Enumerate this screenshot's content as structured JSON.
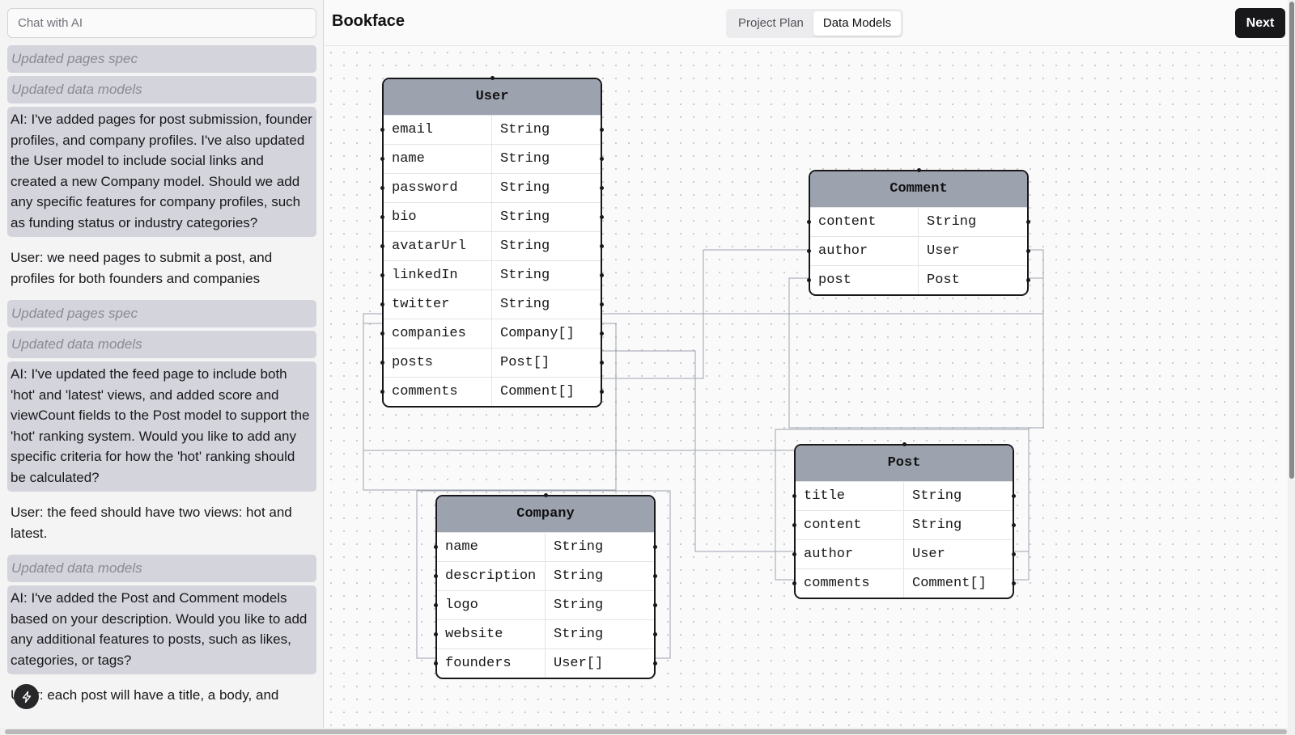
{
  "sidebar": {
    "chat_placeholder": "Chat with AI",
    "messages": [
      {
        "kind": "status",
        "text": "Updated pages spec"
      },
      {
        "kind": "status",
        "text": "Updated data models"
      },
      {
        "kind": "ai",
        "text": "AI: I've added pages for post submission, founder profiles, and company profiles. I've also updated the User model to include social links and created a new Company model. Should we add any specific features for company profiles, such as funding status or industry categories?"
      },
      {
        "kind": "user",
        "text": "User: we need pages to submit a post, and profiles for both founders and companies"
      },
      {
        "kind": "status",
        "text": "Updated pages spec"
      },
      {
        "kind": "status",
        "text": "Updated data models"
      },
      {
        "kind": "ai",
        "text": "AI: I've updated the feed page to include both 'hot' and 'latest' views, and added score and viewCount fields to the Post model to support the 'hot' ranking system. Would you like to add any specific criteria for how the 'hot' ranking should be calculated?"
      },
      {
        "kind": "user",
        "text": "User: the feed should have two views: hot and latest."
      },
      {
        "kind": "status",
        "text": "Updated data models"
      },
      {
        "kind": "ai",
        "text": "AI: I've added the Post and Comment models based on your description. Would you like to add any additional features to posts, such as likes, categories, or tags?"
      },
      {
        "kind": "user",
        "text": "User: each post will have a title, a body, and"
      }
    ],
    "bolt_icon": "bolt-icon"
  },
  "header": {
    "app_title": "Bookface",
    "tabs": [
      {
        "label": "Project Plan",
        "active": false
      },
      {
        "label": "Data Models",
        "active": true
      }
    ],
    "next_label": "Next"
  },
  "entities": [
    {
      "name": "User",
      "fields": [
        {
          "name": "email",
          "type": "String"
        },
        {
          "name": "name",
          "type": "String"
        },
        {
          "name": "password",
          "type": "String"
        },
        {
          "name": "bio",
          "type": "String"
        },
        {
          "name": "avatarUrl",
          "type": "String"
        },
        {
          "name": "linkedIn",
          "type": "String"
        },
        {
          "name": "twitter",
          "type": "String"
        },
        {
          "name": "companies",
          "type": "Company[]"
        },
        {
          "name": "posts",
          "type": "Post[]"
        },
        {
          "name": "comments",
          "type": "Comment[]"
        }
      ]
    },
    {
      "name": "Comment",
      "fields": [
        {
          "name": "content",
          "type": "String"
        },
        {
          "name": "author",
          "type": "User"
        },
        {
          "name": "post",
          "type": "Post"
        }
      ]
    },
    {
      "name": "Post",
      "fields": [
        {
          "name": "title",
          "type": "String"
        },
        {
          "name": "content",
          "type": "String"
        },
        {
          "name": "author",
          "type": "User"
        },
        {
          "name": "comments",
          "type": "Comment[]"
        }
      ]
    },
    {
      "name": "Company",
      "fields": [
        {
          "name": "name",
          "type": "String"
        },
        {
          "name": "description",
          "type": "String"
        },
        {
          "name": "logo",
          "type": "String"
        },
        {
          "name": "website",
          "type": "String"
        },
        {
          "name": "founders",
          "type": "User[]"
        }
      ]
    }
  ]
}
